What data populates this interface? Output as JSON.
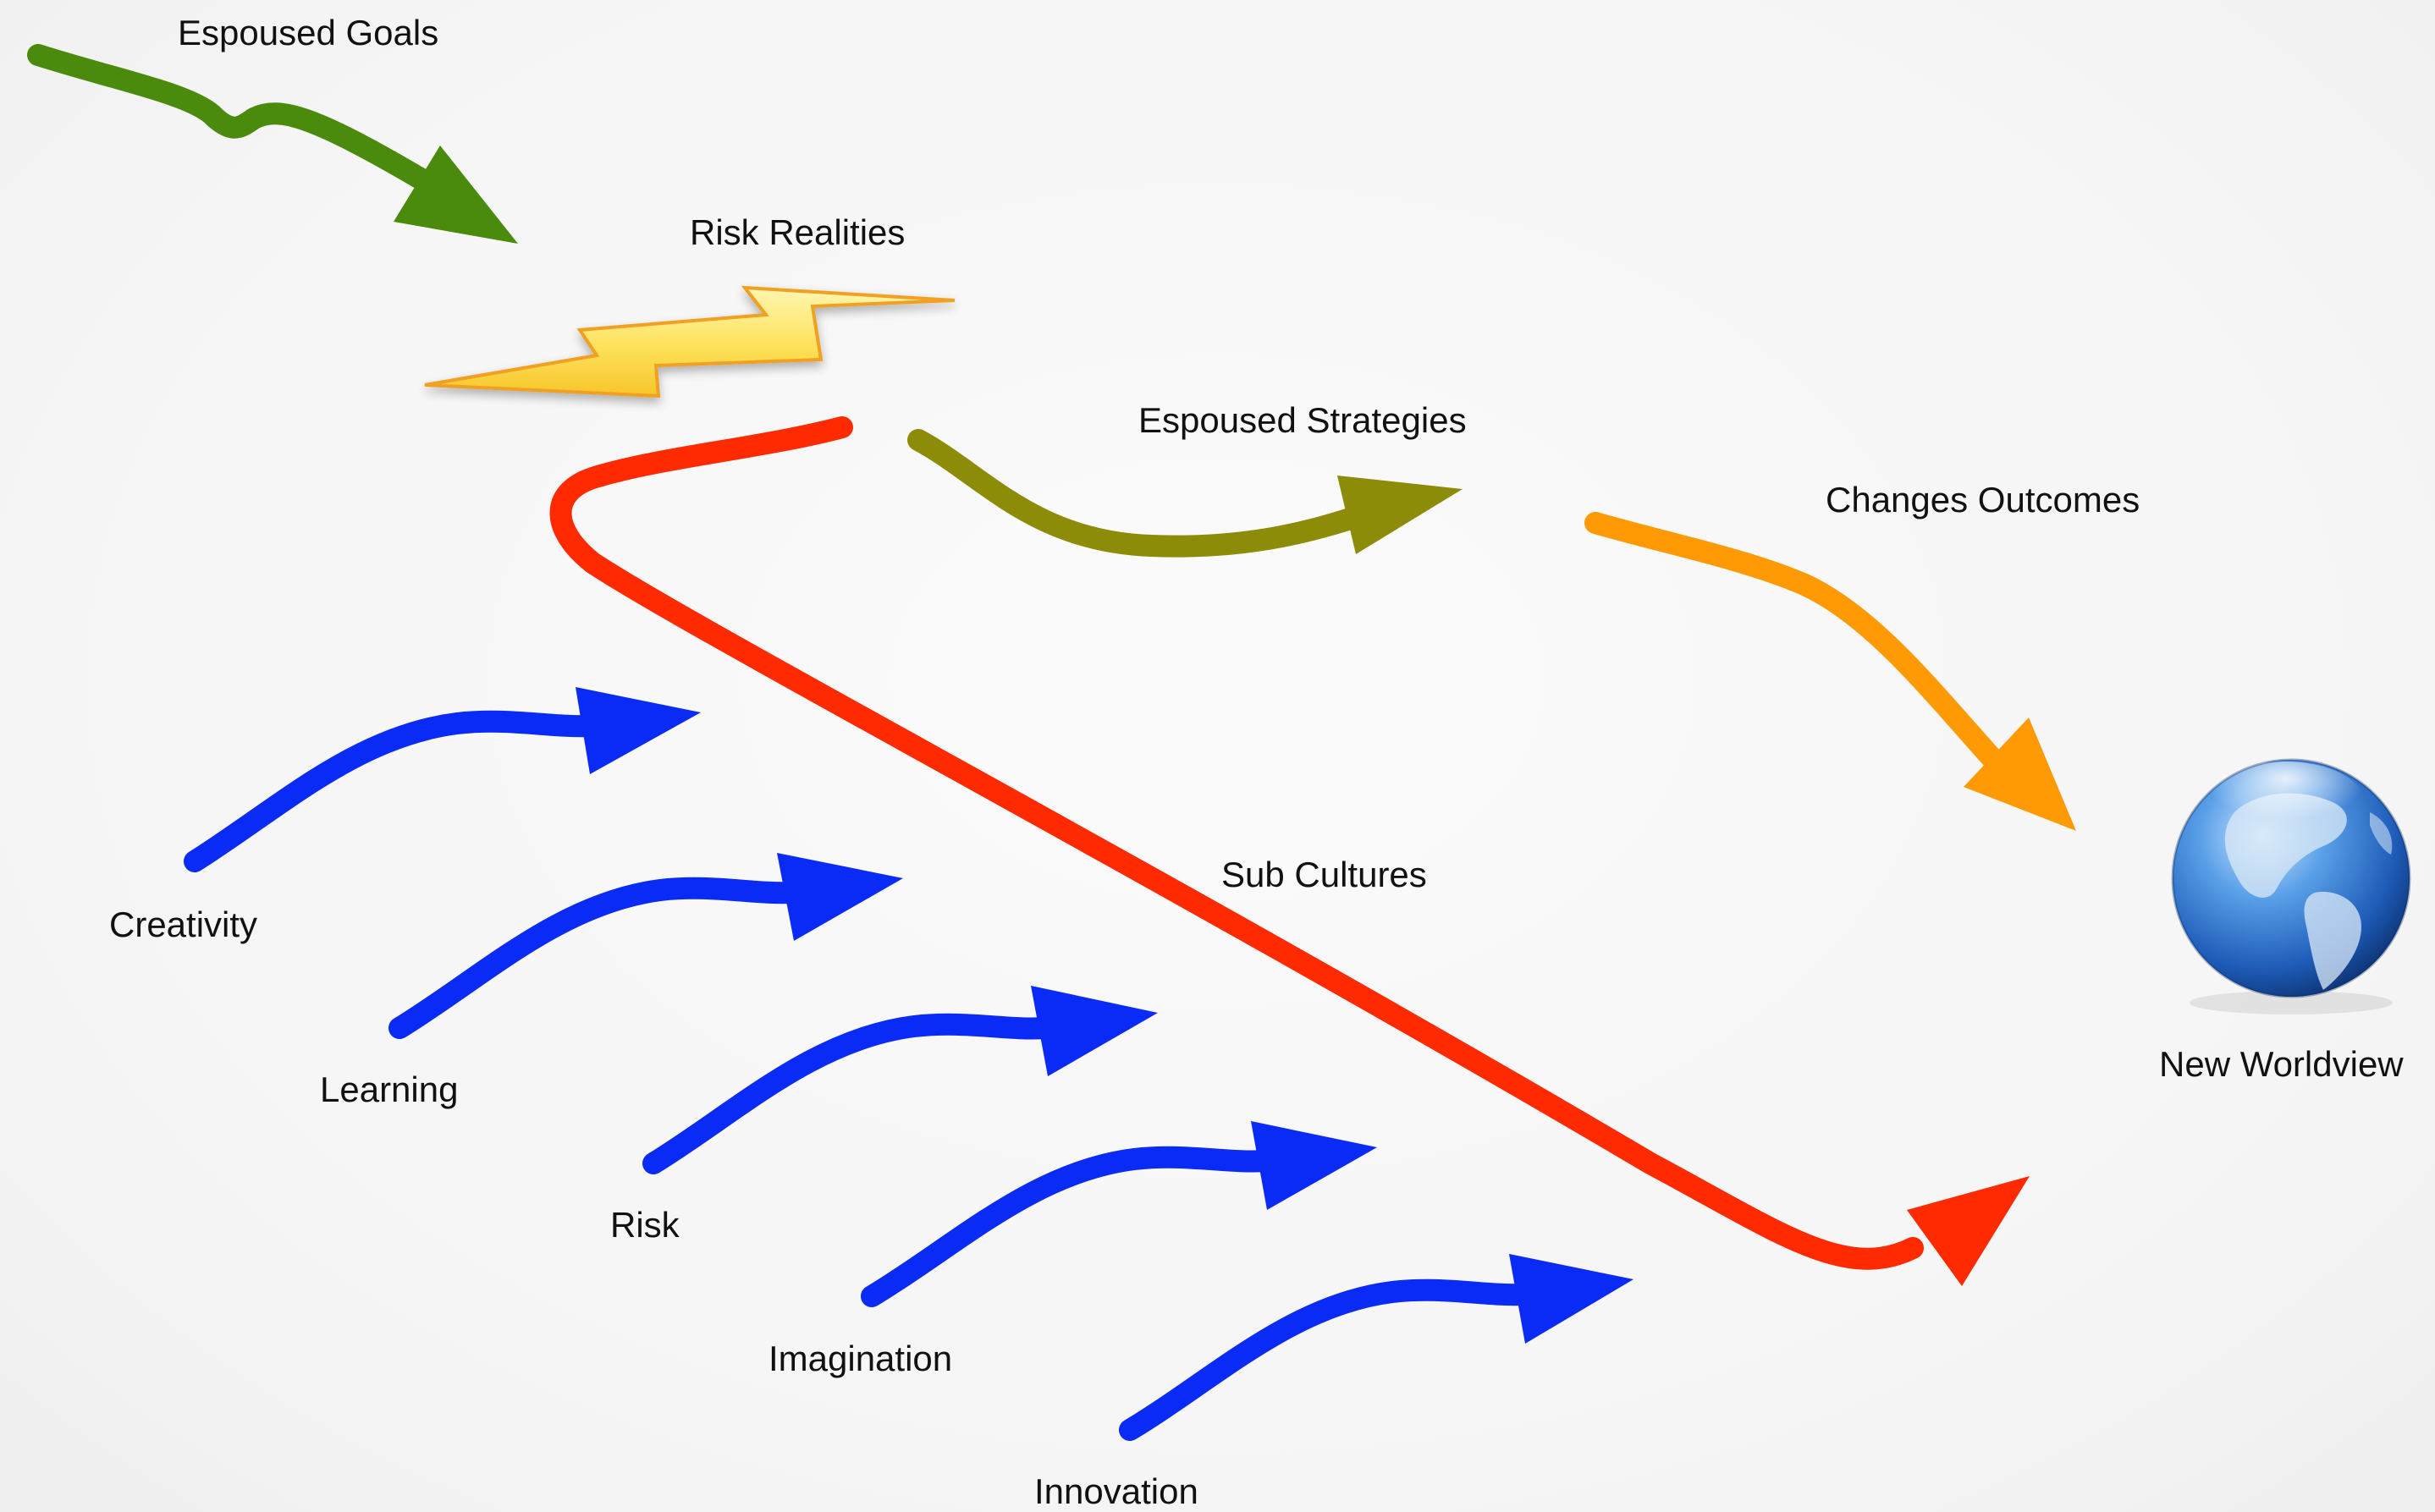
{
  "labels": {
    "espoused_goals": "Espoused Goals",
    "risk_realities": "Risk Realities",
    "espoused_strategies": "Espoused Strategies",
    "changes_outcomes": "Changes Outcomes",
    "sub_cultures": "Sub Cultures",
    "new_worldview": "New Worldview",
    "creativity": "Creativity",
    "learning": "Learning",
    "risk": "Risk",
    "imagination": "Imagination",
    "innovation": "Innovation"
  },
  "colors": {
    "goals_arrow": "#4a8a0c",
    "strategies_arrow": "#8c8c08",
    "outcomes_arrow": "#ff9a05",
    "subcultures_arrow": "#ff2a00",
    "influence_arrows": "#0a2af5",
    "lightning_fill": "#fde15a",
    "lightning_stroke": "#f0a020"
  },
  "icons": {
    "lightning": "lightning-bolt-icon",
    "globe": "globe-icon"
  }
}
